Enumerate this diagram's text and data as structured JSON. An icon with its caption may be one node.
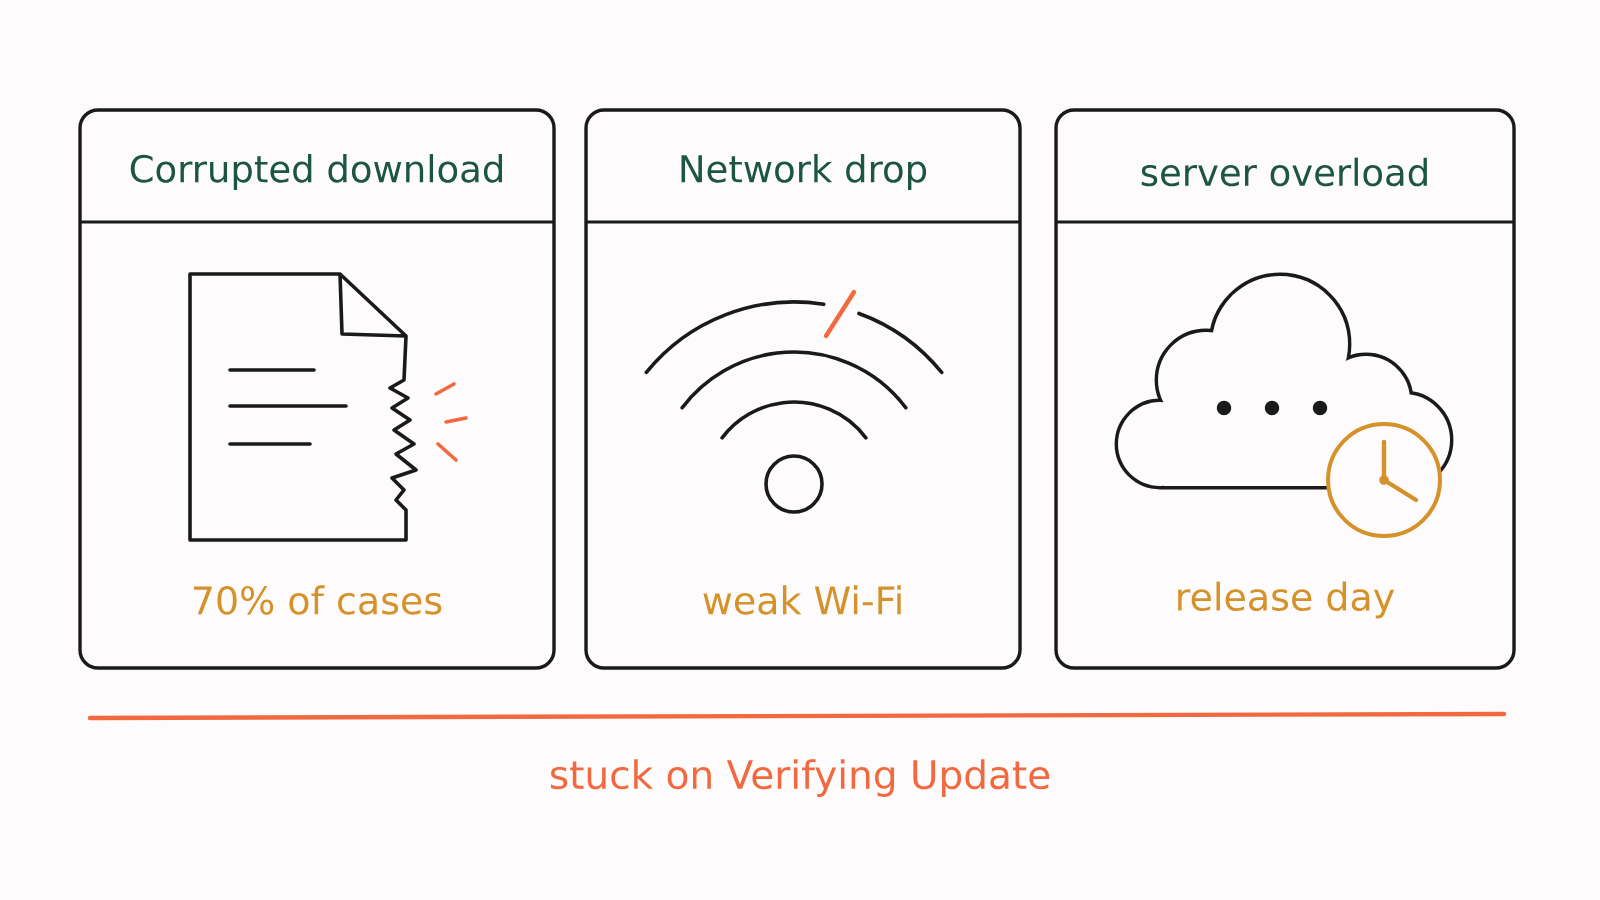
{
  "diagram": {
    "nodes": [
      {
        "text": [
          "Corrupted download",
          "70% of cases"
        ]
      },
      {
        "text": [
          "Network drop",
          "weak Wi-Fi"
        ]
      },
      {
        "text": [
          "server overload",
          "release day"
        ]
      }
    ],
    "labels": [
      "stuck on Verifying Update"
    ]
  }
}
